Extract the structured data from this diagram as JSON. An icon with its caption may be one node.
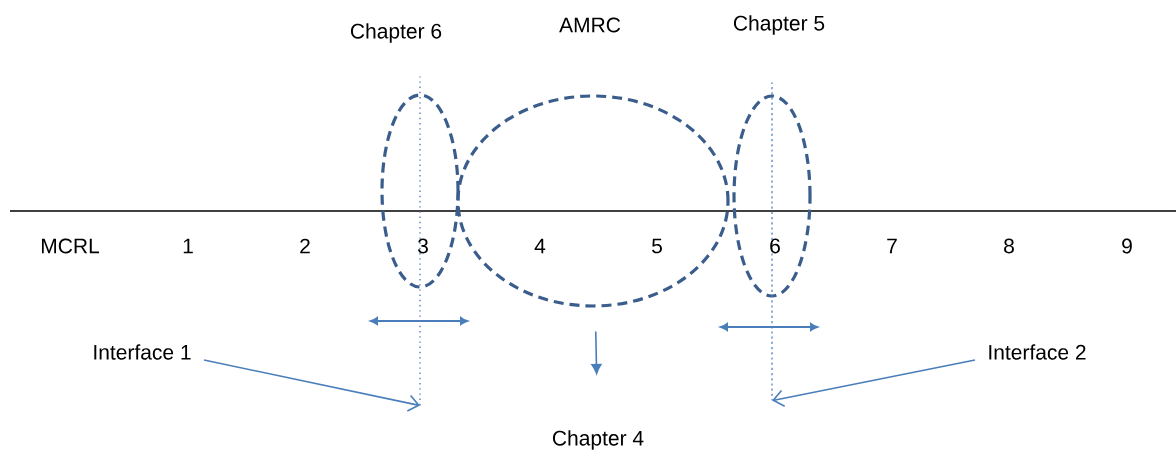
{
  "diagram": {
    "nodes": [
      {
        "text": [
          "Chapter 6"
        ]
      },
      {
        "text": [
          "AMRC"
        ]
      },
      {
        "text": [
          "Chapter 5"
        ]
      },
      {
        "text": [
          "Interface 1"
        ]
      },
      {
        "text": [
          "Interface 2"
        ]
      },
      {
        "text": [
          "Chapter 4"
        ]
      },
      {
        "text": [],
        "shape": "line"
      },
      {
        "text": [],
        "shape": "line"
      }
    ],
    "edges": [
      {
        "from": 3,
        "to": 6,
        "arrow": "to"
      },
      {
        "from": 4,
        "to": 7,
        "arrow": "to"
      },
      {
        "from": 1,
        "to": 5,
        "arrow": "to"
      }
    ],
    "labels": [
      "MCRL",
      "1",
      "2",
      "3",
      "4",
      "5",
      "6",
      "7",
      "8",
      "9"
    ]
  }
}
